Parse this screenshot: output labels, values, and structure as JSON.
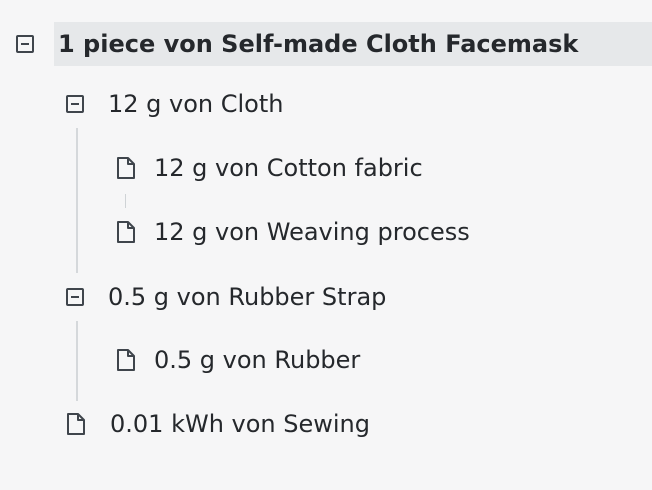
{
  "tree": {
    "root": {
      "label": "1 piece von Self-made Cloth Facemask"
    },
    "children": [
      {
        "label": "12 g von Cloth",
        "children": [
          {
            "label": "12 g von Cotton fabric"
          },
          {
            "label": "12 g von Weaving process"
          }
        ]
      },
      {
        "label": "0.5 g von Rubber Strap",
        "children": [
          {
            "label": "0.5 g von Rubber"
          }
        ]
      },
      {
        "label": "0.01 kWh von Sewing"
      }
    ]
  },
  "icons": {
    "expanded": "minus-square-icon",
    "item": "document-icon"
  },
  "colors": {
    "background": "#f6f6f7",
    "selected_row": "#e6e8ea",
    "text": "#222428",
    "connector": "#d5d8db"
  }
}
